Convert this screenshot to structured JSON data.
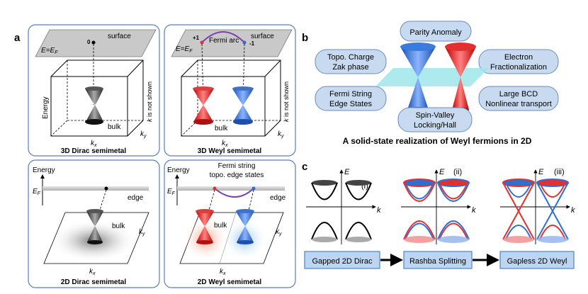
{
  "colors": {
    "panel_border": "#5a7fb8",
    "bubble_fill": "#c8daf0",
    "bubble_border": "#6a8cc0",
    "red": "#e23030",
    "blue": "#2f6fd0",
    "purple": "#7a3fb0",
    "plane": "#9ee6ea",
    "box_fill": "#bcd6f2",
    "box_border": "#4f82c4"
  },
  "panel_a": {
    "label": "a",
    "tl": {
      "title": "3D Dirac semimetal",
      "surface": "surface",
      "fermi": "E=E",
      "fermi_sub": "F",
      "zero": "0",
      "energy": "Energy",
      "kx": "k",
      "kx_sub": "x",
      "ky": "k",
      "ky_sub": "y",
      "kz": "k",
      "kz_rest": " is not shown",
      "bulk": "bulk"
    },
    "tr": {
      "title": "3D Weyl semimetal",
      "surface": "surface",
      "fermi": "E=E",
      "fermi_sub": "F",
      "plus": "+1",
      "minus": "-1",
      "arc": "Fermi arc",
      "kx": "k",
      "kx_sub": "x",
      "ky": "k",
      "ky_sub": "y",
      "kz": "k",
      "kz_rest": " is not shown",
      "bulk": "bulk"
    },
    "bl": {
      "title": "2D Dirac semimetal",
      "energy": "Energy",
      "ef": "E",
      "ef_sub": "F",
      "edge": "edge",
      "bulk": "bulk",
      "kx": "k",
      "kx_sub": "x",
      "ky": "k",
      "ky_sub": "y"
    },
    "br": {
      "title": "2D Weyl semimetal",
      "energy": "Energy",
      "ef": "E",
      "ef_sub": "F",
      "edge": "edge",
      "string1": "Fermi string",
      "string2": "topo. edge states",
      "bulk": "bulk",
      "kx": "k",
      "kx_sub": "x",
      "ky": "k",
      "ky_sub": "y"
    }
  },
  "panel_b": {
    "label": "b",
    "caption": "A solid-state realization of Weyl fermions in 2D",
    "bubbles": [
      {
        "lines": [
          "Parity Anomaly"
        ]
      },
      {
        "lines": [
          "Topo. Charge",
          "Zak phase"
        ]
      },
      {
        "lines": [
          "Electron",
          "Fractionalization"
        ]
      },
      {
        "lines": [
          "Fermi String",
          "Edge States"
        ]
      },
      {
        "lines": [
          "Large BCD",
          "Nonlinear transport"
        ]
      },
      {
        "lines": [
          "Spin-Valley",
          "Locking/Hall"
        ]
      }
    ]
  },
  "panel_c": {
    "label": "c",
    "e": "E",
    "k": "k",
    "panels": [
      {
        "roman": "(i)"
      },
      {
        "roman": "(ii)"
      },
      {
        "roman": "(iii)"
      }
    ],
    "steps": [
      "Gapped 2D Dirac",
      "Rashba Splitting",
      "Gapless 2D Weyl"
    ]
  }
}
